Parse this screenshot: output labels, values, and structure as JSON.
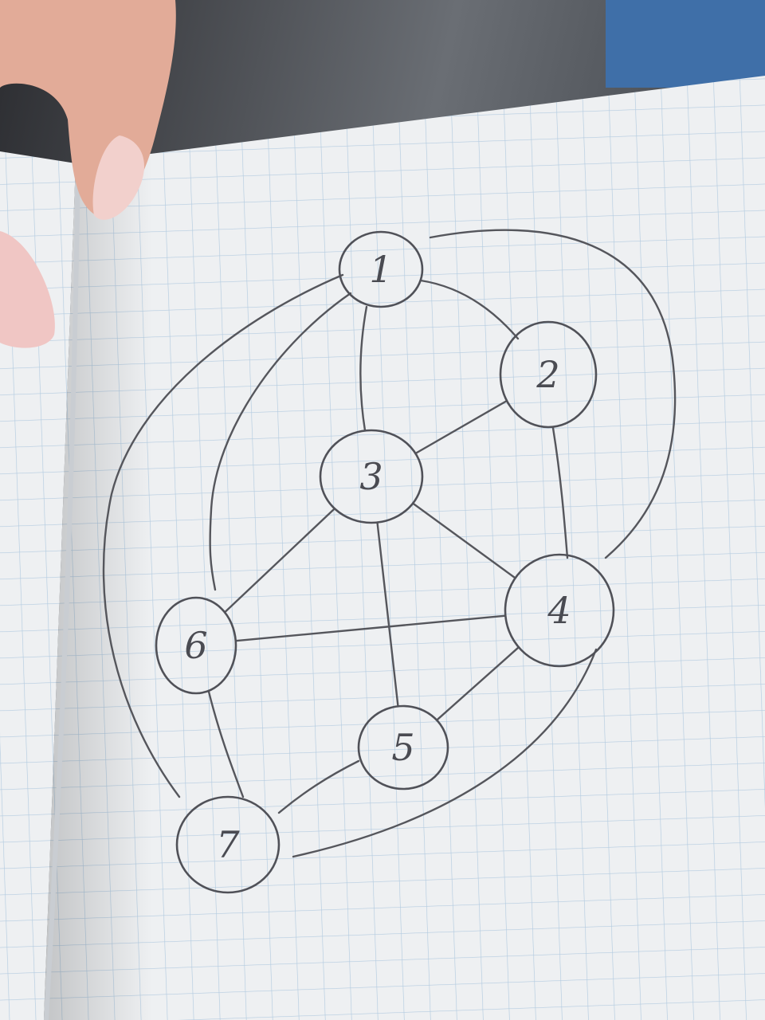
{
  "diagram": {
    "nodes": [
      {
        "id": "1",
        "label": "1"
      },
      {
        "id": "2",
        "label": "2"
      },
      {
        "id": "3",
        "label": "3"
      },
      {
        "id": "4",
        "label": "4"
      },
      {
        "id": "5",
        "label": "5"
      },
      {
        "id": "6",
        "label": "6"
      },
      {
        "id": "7",
        "label": "7"
      }
    ],
    "edges": [
      [
        "1",
        "2"
      ],
      [
        "1",
        "3"
      ],
      [
        "1",
        "4"
      ],
      [
        "1",
        "6"
      ],
      [
        "1",
        "7"
      ],
      [
        "2",
        "3"
      ],
      [
        "2",
        "4"
      ],
      [
        "3",
        "4"
      ],
      [
        "3",
        "5"
      ],
      [
        "3",
        "6"
      ],
      [
        "4",
        "5"
      ],
      [
        "4",
        "6"
      ],
      [
        "4",
        "7"
      ],
      [
        "5",
        "7"
      ],
      [
        "6",
        "7"
      ]
    ]
  },
  "colors": {
    "paper": "#eef0f2",
    "grid_line": "#a9c4dc",
    "pencil": "#55565c",
    "background": "#3a3d42",
    "skin": "#e8b3a0",
    "nail": "#f3c9c6"
  }
}
